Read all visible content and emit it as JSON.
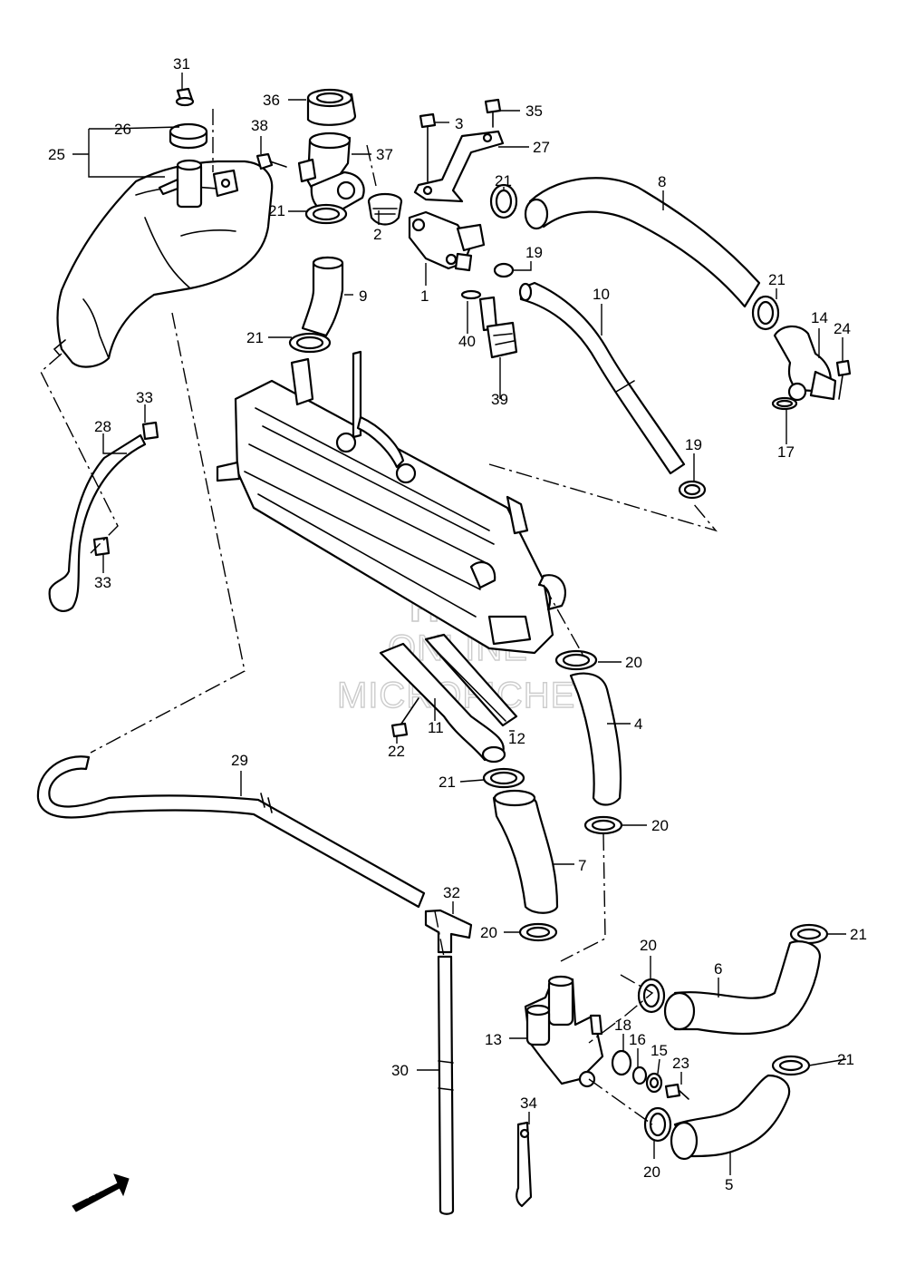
{
  "watermark": {
    "line1": "HLSM",
    "line2": "ONLINE",
    "line3": "MICROFICHE"
  },
  "direction_arrow": "FWD",
  "callouts": [
    {
      "id": "c1",
      "label": "1"
    },
    {
      "id": "c2",
      "label": "2"
    },
    {
      "id": "c3",
      "label": "3"
    },
    {
      "id": "c4",
      "label": "4"
    },
    {
      "id": "c5",
      "label": "5"
    },
    {
      "id": "c6",
      "label": "6"
    },
    {
      "id": "c7",
      "label": "7"
    },
    {
      "id": "c8",
      "label": "8"
    },
    {
      "id": "c9",
      "label": "9"
    },
    {
      "id": "c10",
      "label": "10"
    },
    {
      "id": "c11",
      "label": "11"
    },
    {
      "id": "c12",
      "label": "12"
    },
    {
      "id": "c13",
      "label": "13"
    },
    {
      "id": "c14",
      "label": "14"
    },
    {
      "id": "c15",
      "label": "15"
    },
    {
      "id": "c16",
      "label": "16"
    },
    {
      "id": "c17",
      "label": "17"
    },
    {
      "id": "c18",
      "label": "18"
    },
    {
      "id": "c19a",
      "label": "19"
    },
    {
      "id": "c19b",
      "label": "19"
    },
    {
      "id": "c20a",
      "label": "20"
    },
    {
      "id": "c20b",
      "label": "20"
    },
    {
      "id": "c20c",
      "label": "20"
    },
    {
      "id": "c20d",
      "label": "20"
    },
    {
      "id": "c20e",
      "label": "20"
    },
    {
      "id": "c21a",
      "label": "21"
    },
    {
      "id": "c21b",
      "label": "21"
    },
    {
      "id": "c21c",
      "label": "21"
    },
    {
      "id": "c21d",
      "label": "21"
    },
    {
      "id": "c21e",
      "label": "21"
    },
    {
      "id": "c21f",
      "label": "21"
    },
    {
      "id": "c21g",
      "label": "21"
    },
    {
      "id": "c22",
      "label": "22"
    },
    {
      "id": "c23",
      "label": "23"
    },
    {
      "id": "c24",
      "label": "24"
    },
    {
      "id": "c25",
      "label": "25"
    },
    {
      "id": "c26",
      "label": "26"
    },
    {
      "id": "c27",
      "label": "27"
    },
    {
      "id": "c28",
      "label": "28"
    },
    {
      "id": "c29",
      "label": "29"
    },
    {
      "id": "c30",
      "label": "30"
    },
    {
      "id": "c31",
      "label": "31"
    },
    {
      "id": "c32",
      "label": "32"
    },
    {
      "id": "c33a",
      "label": "33"
    },
    {
      "id": "c33b",
      "label": "33"
    },
    {
      "id": "c34",
      "label": "34"
    },
    {
      "id": "c35",
      "label": "35"
    },
    {
      "id": "c36",
      "label": "36"
    },
    {
      "id": "c37",
      "label": "37"
    },
    {
      "id": "c38",
      "label": "38"
    },
    {
      "id": "c39",
      "label": "39"
    },
    {
      "id": "c40",
      "label": "40"
    }
  ]
}
